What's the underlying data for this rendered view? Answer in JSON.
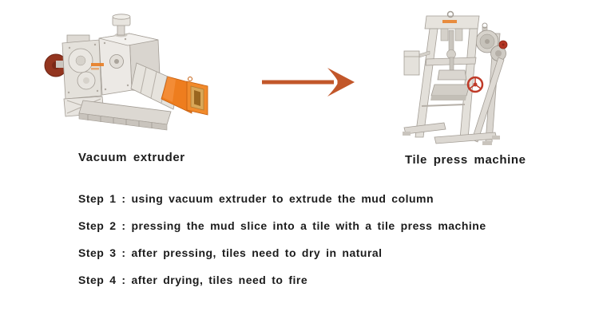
{
  "colors": {
    "background": "#ffffff",
    "arrow": "#c2572a",
    "machine_body": "#e7e3de",
    "machine_shadow": "#cfcbc4",
    "accent_orange": "#ee7d1e",
    "outlet_tan": "#d9a758",
    "flywheel_red": "#93351f",
    "handwheel_red": "#bf3a28",
    "text": "#1c1c1c"
  },
  "machines": [
    {
      "name": "vacuum-extruder",
      "label": "Vacuum extruder"
    },
    {
      "name": "tile-press-machine",
      "label": "Tile press machine"
    }
  ],
  "steps": [
    {
      "text": "Step 1 : using vacuum extruder to extrude the mud column"
    },
    {
      "text": "Step 2 : pressing the mud slice into a tile with a tile press machine"
    },
    {
      "text": "Step 3 : after pressing, tiles need to dry in natural"
    },
    {
      "text": "Step 4 : after drying, tiles need to fire"
    }
  ]
}
